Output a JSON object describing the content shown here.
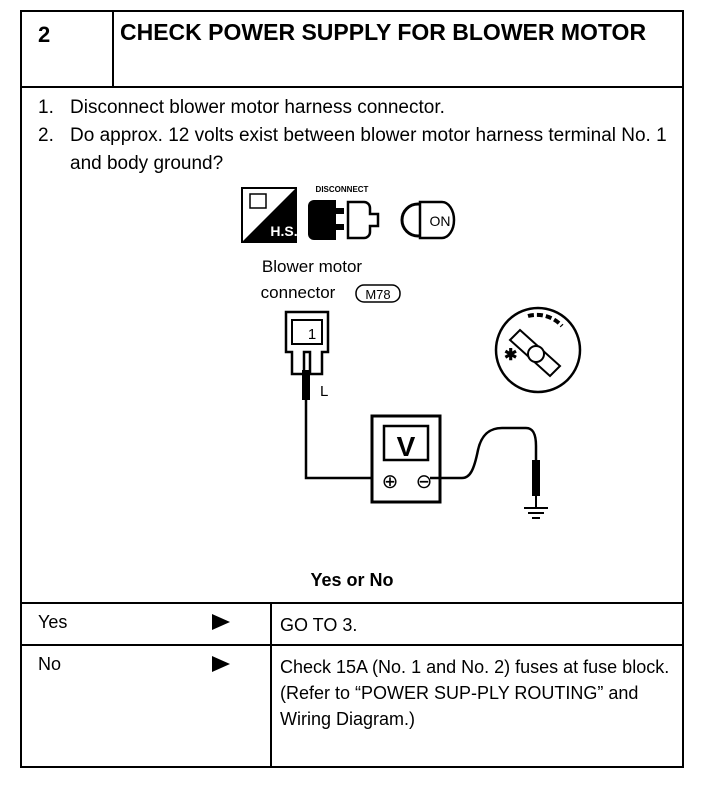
{
  "header": {
    "step_number": "2",
    "title": "CHECK POWER SUPPLY FOR BLOWER MOTOR"
  },
  "instructions": [
    {
      "num": "1.",
      "text": "Disconnect blower motor harness connector."
    },
    {
      "num": "2.",
      "text": "Do approx. 12 volts exist between blower motor harness terminal No. 1 and body ground?"
    }
  ],
  "diagram": {
    "icon_hs_label": "H.S.",
    "icon_disconnect_label": "DISCONNECT",
    "icon_key_label": "ON",
    "connector_label_line1": "Blower motor",
    "connector_label_line2": "connector",
    "connector_id": "M78",
    "terminal_number": "1",
    "wire_color": "L",
    "meter_label": "V",
    "meter_plus": "⊕",
    "meter_minus": "⊖"
  },
  "question": "Yes or No",
  "results": [
    {
      "answer": "Yes",
      "action": "GO TO 3."
    },
    {
      "answer": "No",
      "action": "Check 15A (No. 1 and No. 2) fuses at fuse block. (Refer to “POWER SUP-PLY ROUTING” and Wiring Diagram.)"
    }
  ],
  "icons": [
    "hs-icon",
    "disconnect-connector-icon",
    "ignition-key-on-icon",
    "fan-switch-knob-icon",
    "ground-icon",
    "voltmeter-icon"
  ]
}
